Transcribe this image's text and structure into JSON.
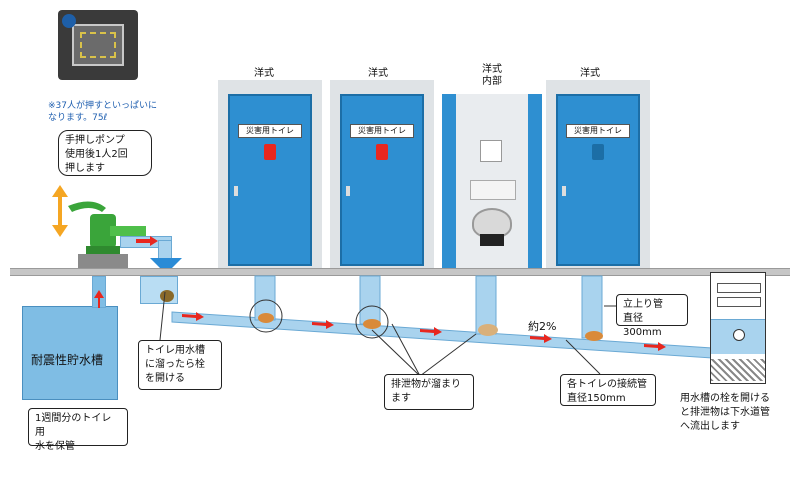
{
  "manhole_note": "※37人が押すといっぱいになります。75ℓ",
  "pump_callout": [
    "手押しポンプ",
    "使用後1人2回",
    "押します"
  ],
  "toilets": [
    {
      "label": "洋式",
      "sign": "災害用トイレ",
      "kind": "female"
    },
    {
      "label": "洋式",
      "sign": "災害用トイレ",
      "kind": "female"
    },
    {
      "label": "洋式\n内部",
      "sign": "",
      "kind": "interior"
    },
    {
      "label": "洋式",
      "sign": "災害用トイレ",
      "kind": "male"
    }
  ],
  "storage_tank_label": "耐震性貯水槽",
  "storage_note": [
    "1週間分のトイレ用",
    "水を保管"
  ],
  "plug_callout": [
    "トイレ用水槽",
    "に溜ったら栓",
    "を開ける"
  ],
  "waste_callout": [
    "排泄物が溜まり",
    "ます"
  ],
  "slope_label": "約2%",
  "riser_callout": [
    "立上り管",
    "直径300mm"
  ],
  "connect_callout": [
    "各トイレの接続管",
    "直径150mm"
  ],
  "sewer_note": [
    "用水槽の栓を開ける",
    "と排泄物は下水道管",
    "へ流出します"
  ],
  "colors": {
    "water": "#7fbde4",
    "pipe": "#a9d3ee",
    "door": "#2e8fd1",
    "pump": "#3aa53a",
    "arrow": "#e8271f",
    "ground": "#bfbfbf"
  },
  "icons": [
    "double-arrow-icon",
    "pump-icon",
    "flow-arrow-icon",
    "valve-icon",
    "waste-icon"
  ]
}
